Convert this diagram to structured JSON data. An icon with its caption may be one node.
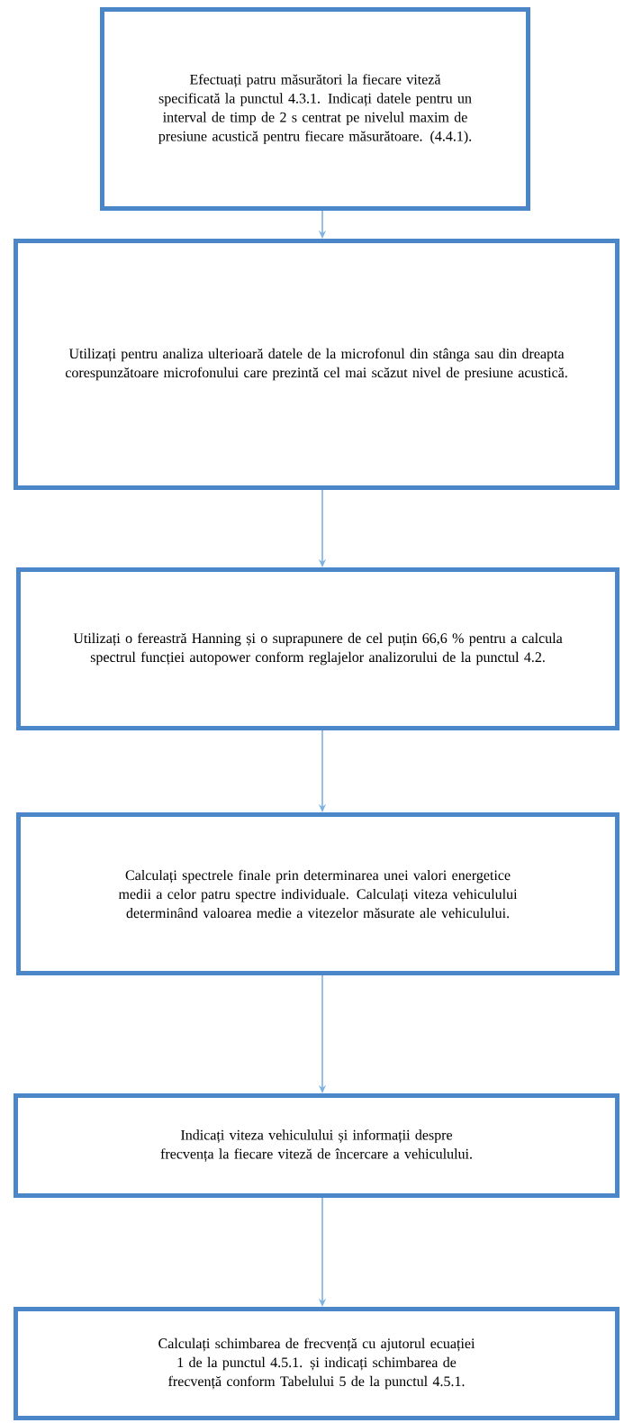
{
  "diagram": {
    "nodes": [
      {
        "text": [
          "Efectuați patru măsurători la fiecare viteză specificată la punctul 4.3.1. Indicați datele pentru un interval de timp de 2 s centrat pe nivelul maxim de presiune acustică pentru fiecare măsurătoare. (4.4.1)."
        ]
      },
      {
        "text": [
          "Utilizați pentru analiza ulterioară datele de la microfonul din stânga sau din dreapta corespunzătoare microfonului care prezintă cel mai scăzut nivel de presiune acustică."
        ]
      },
      {
        "text": [
          "Utilizați o fereastră Hanning și o suprapunere de cel puțin 66,6 % pentru a calcula spectrul funcției autopower conform reglajelor analizorului de la punctul 4.2."
        ]
      },
      {
        "text": [
          "Calculați spectrele finale prin determinarea unei valori energetice medii a celor patru spectre individuale. Calculați viteza vehiculului determinând valoarea medie a vitezelor măsurate ale vehiculului."
        ]
      },
      {
        "text": [
          "Indicați viteza vehiculului și informații despre frecvența la fiecare viteză de încercare a vehiculului."
        ]
      },
      {
        "text": [
          "Calculați schimbarea de frecvență cu ajutorul ecuației 1 de la punctul 4.5.1. și indicați schimbarea de frecvență conform Tabelului 5 de la punctul 4.5.1."
        ]
      }
    ],
    "edges": [
      {
        "from": 0,
        "to": 1,
        "arrow": "to"
      },
      {
        "from": 1,
        "to": 2,
        "arrow": "to"
      },
      {
        "from": 2,
        "to": 3,
        "arrow": "to"
      },
      {
        "from": 3,
        "to": 4,
        "arrow": "to"
      },
      {
        "from": 4,
        "to": 5,
        "arrow": "to"
      }
    ]
  }
}
